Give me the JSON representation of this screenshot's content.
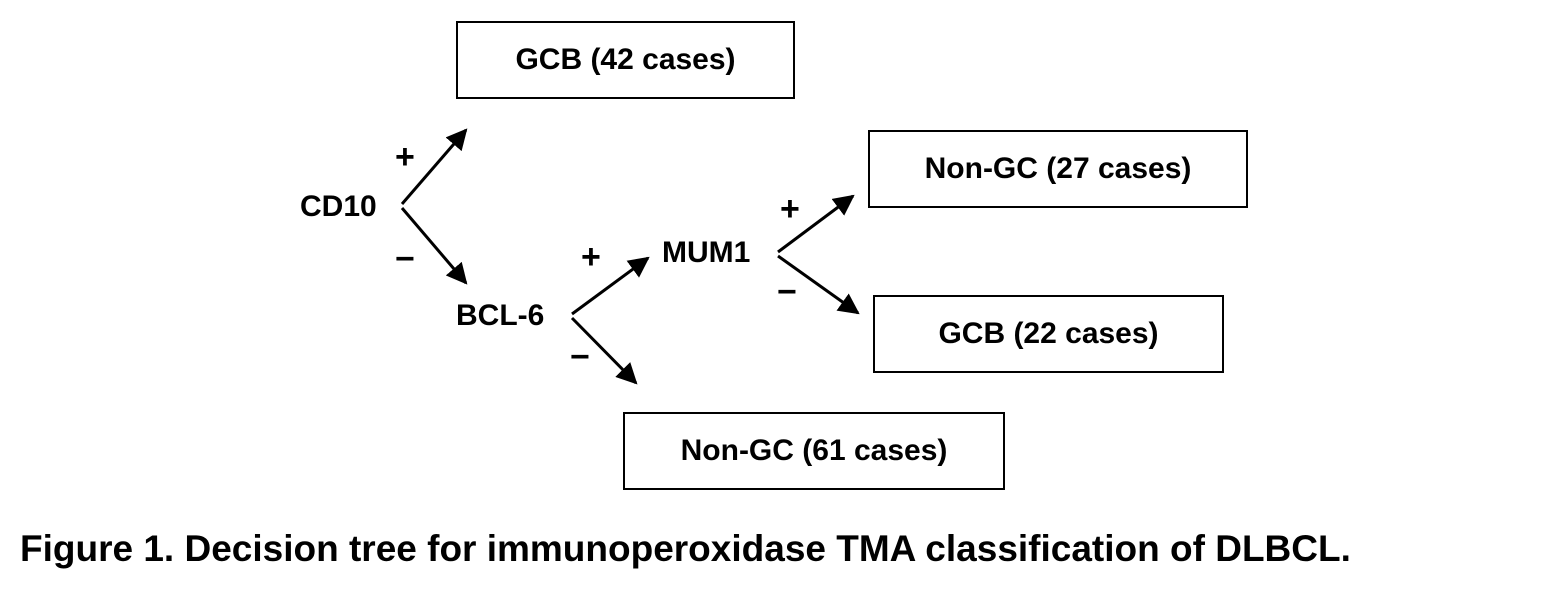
{
  "diagram": {
    "markers": {
      "CD10": "CD10",
      "BCL6": "BCL-6",
      "MUM1": "MUM1"
    },
    "outcomes": {
      "gcb_top": "GCB (42 cases)",
      "nongc_mid": "Non-GC (27 cases)",
      "gcb_mid": "GCB (22 cases)",
      "nongc_bottom": "Non-GC (61 cases)"
    },
    "signs": {
      "positive": "+",
      "negative": "−"
    },
    "caption": "Figure 1. Decision tree for immunoperoxidase TMA classification of DLBCL."
  }
}
